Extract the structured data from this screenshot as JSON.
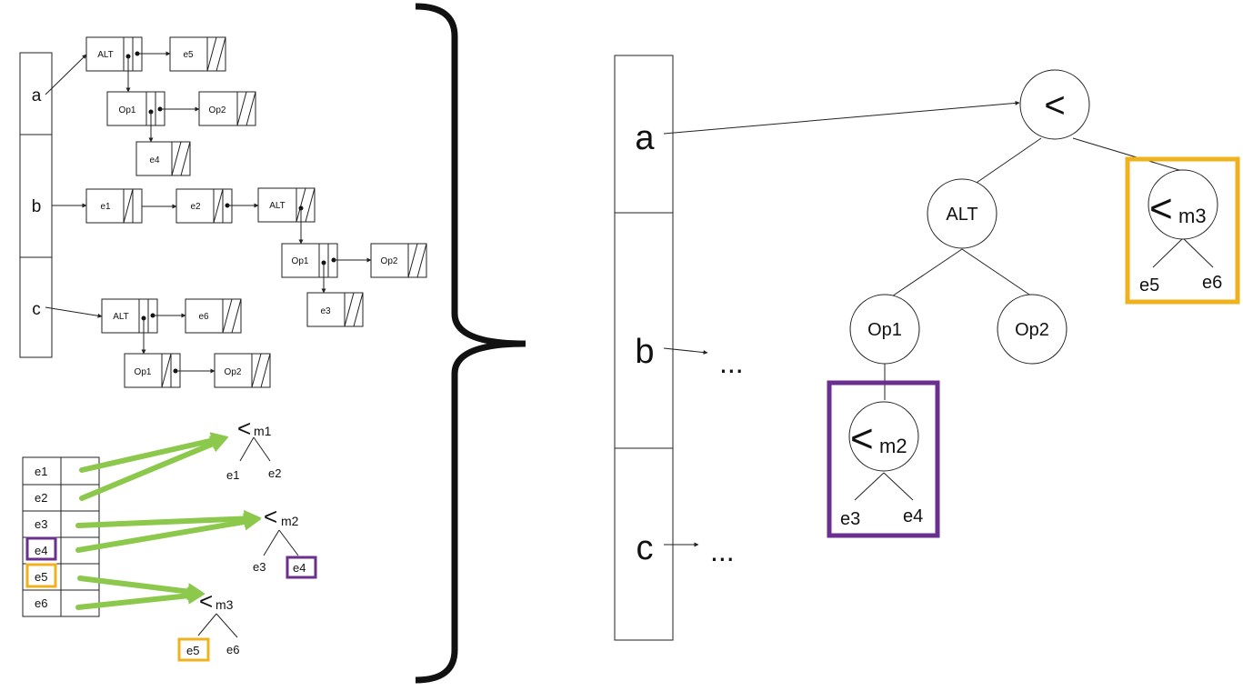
{
  "colors": {
    "purple_highlight": "#6a2f8f",
    "gold_highlight": "#efb21c",
    "green_arrow": "#8cc84b",
    "line": "#222222",
    "background": "#ffffff"
  },
  "left_panel": {
    "index_labels": [
      "a",
      "b",
      "c"
    ],
    "list_a": {
      "node1": "ALT",
      "node2": "e5",
      "node3": "Op1",
      "node4": "Op2",
      "node5": "e4"
    },
    "list_b": {
      "node1": "e1",
      "node2": "e2",
      "node3": "ALT",
      "node4": "Op1",
      "node5": "Op2",
      "node6": "e3"
    },
    "list_c": {
      "node1": "ALT",
      "node2": "e6",
      "node3": "Op1",
      "node4": "Op2"
    }
  },
  "element_table": {
    "rows": [
      "e1",
      "e2",
      "e3",
      "e4",
      "e5",
      "e6"
    ]
  },
  "mini_trees": [
    {
      "symbol": "<",
      "subscript": "m1",
      "left": "e1",
      "right": "e2"
    },
    {
      "symbol": "<",
      "subscript": "m2",
      "left": "e3",
      "right": "e4"
    },
    {
      "symbol": "<",
      "subscript": "m3",
      "left": "e5",
      "right": "e6"
    }
  ],
  "right_panel": {
    "index_labels": [
      "a",
      "b",
      "c"
    ],
    "ellipsis_b": "...",
    "ellipsis_c": "...",
    "root": "<",
    "alt": "ALT",
    "op1": "Op1",
    "op2": "Op2",
    "m2": {
      "symbol": "<",
      "subscript": "m2",
      "left": "e3",
      "right": "e4"
    },
    "m3": {
      "symbol": "<",
      "subscript": "m3",
      "left": "e5",
      "right": "e6"
    }
  }
}
